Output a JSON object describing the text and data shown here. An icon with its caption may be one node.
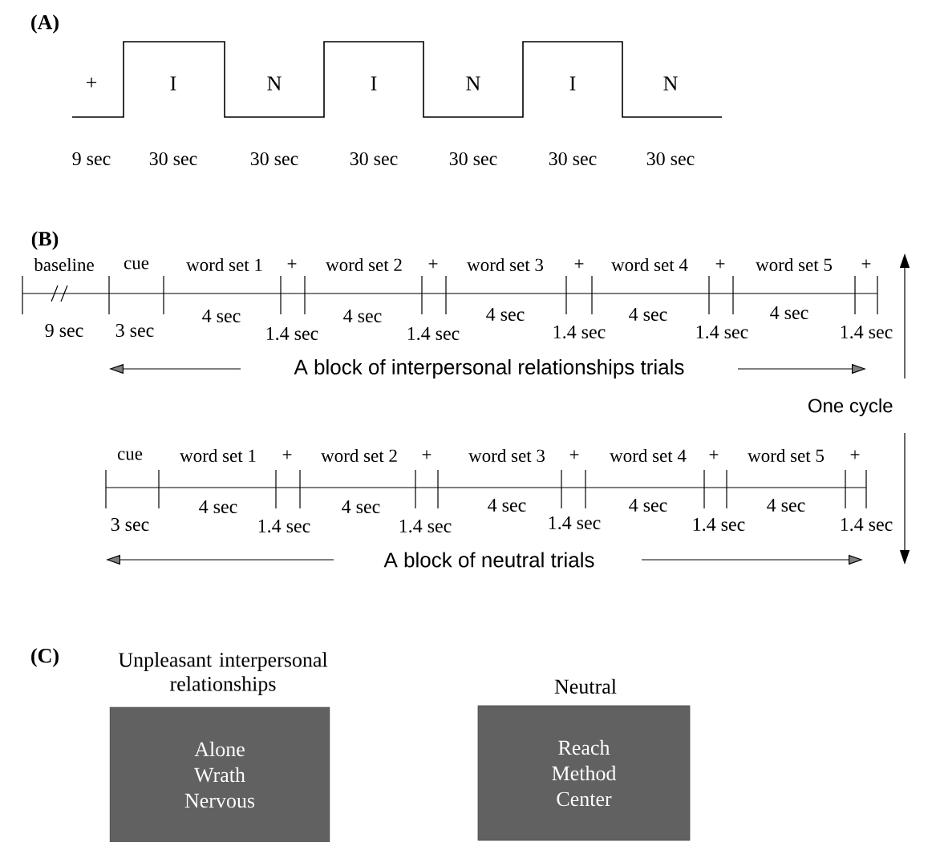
{
  "diagram": {
    "nodes": [
      {
        "text": [
          "Unpleasant interpersonal relationships",
          "Alone",
          "Wrath",
          "Nervous"
        ]
      },
      {
        "text": [
          "Neutral",
          "Reach",
          "Method",
          "Center"
        ]
      }
    ],
    "labels": [
      "(A)",
      "+",
      "I",
      "N",
      "I",
      "N",
      "I",
      "N",
      "9 sec",
      "30 sec",
      "30 sec",
      "30 sec",
      "30 sec",
      "30 sec",
      "30 sec",
      "(B)",
      "baseline",
      "cue",
      "word set 1",
      "+",
      "word set 2",
      "+",
      "word set 3",
      "+",
      "word set 4",
      "+",
      "word set 5",
      "+",
      "9 sec",
      "3 sec",
      "4 sec",
      "1.4 sec",
      "4 sec",
      "1.4 sec",
      "4 sec",
      "1.4 sec",
      "4 sec",
      "1.4 sec",
      "4 sec",
      "1.4 sec",
      "A block of interpersonal relationships trials",
      "One cycle",
      "cue",
      "word set 1",
      "+",
      "word set 2",
      "+",
      "word set 3",
      "+",
      "word set 4",
      "+",
      "word set 5",
      "+",
      "3 sec",
      "4 sec",
      "1.4 sec",
      "4 sec",
      "1.4 sec",
      "4 sec",
      "1.4 sec",
      "4 sec",
      "1.4 sec",
      "4 sec",
      "1.4 sec",
      "A block of neutral trials",
      "(C)"
    ]
  }
}
